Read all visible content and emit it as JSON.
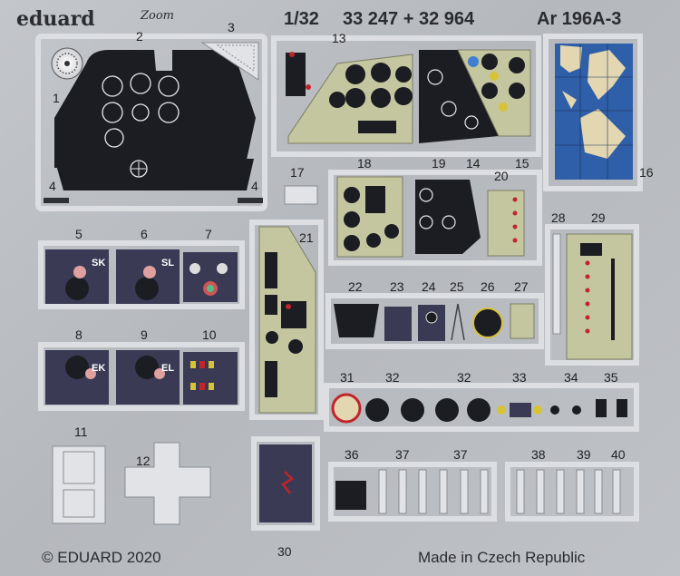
{
  "header": {
    "brand": "eduard",
    "zoom": "Zoom",
    "scale": "1/32",
    "codes": "33 247 + 32 964",
    "aircraft": "Ar 196A-3"
  },
  "part_numbers": [
    "1",
    "2",
    "3",
    "4",
    "4",
    "5",
    "6",
    "7",
    "8",
    "9",
    "10",
    "11",
    "12",
    "13",
    "14",
    "15",
    "16",
    "17",
    "18",
    "19",
    "20",
    "21",
    "22",
    "23",
    "24",
    "25",
    "26",
    "27",
    "28",
    "29",
    "30",
    "31",
    "32",
    "32",
    "33",
    "34",
    "35",
    "36",
    "37",
    "37",
    "38",
    "39",
    "40"
  ],
  "panel_labels": {
    "p5": "SK",
    "p6": "SL",
    "p8": "EK",
    "p9": "EL"
  },
  "footer": {
    "copyright": "© EDUARD 2020",
    "origin": "Made in Czech Republic"
  },
  "colors": {
    "fret": "#b9bcc1",
    "frame": "#d6d8db",
    "dark": "#1c1d22",
    "panel": "#3a3a55",
    "olive": "#c4c6a0",
    "map_blue": "#2f5fa8",
    "map_tan": "#e3d7b1"
  }
}
